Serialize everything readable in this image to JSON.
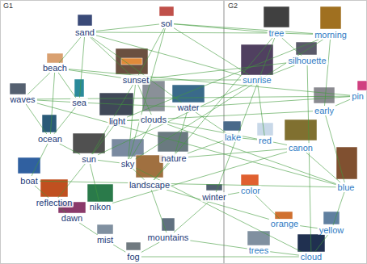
{
  "diagram": {
    "nodes": [
      {
        "text": [
          "sand"
        ]
      },
      {
        "text": [
          "sol"
        ]
      },
      {
        "text": [
          "beach"
        ]
      },
      {
        "text": [
          "sunset"
        ]
      },
      {
        "text": [
          "waves"
        ]
      },
      {
        "text": [
          "sea"
        ]
      },
      {
        "text": [
          "light"
        ]
      },
      {
        "text": [
          "clouds"
        ]
      },
      {
        "text": [
          "water"
        ]
      },
      {
        "text": [
          "ocean"
        ]
      },
      {
        "text": [
          "sun"
        ]
      },
      {
        "text": [
          "sky"
        ]
      },
      {
        "text": [
          "nature"
        ]
      },
      {
        "text": [
          "landscape"
        ]
      },
      {
        "text": [
          "boat"
        ]
      },
      {
        "text": [
          "reflection"
        ]
      },
      {
        "text": [
          "nikon"
        ]
      },
      {
        "text": [
          "dawn"
        ]
      },
      {
        "text": [
          "winter"
        ]
      },
      {
        "text": [
          "mist"
        ]
      },
      {
        "text": [
          "mountains"
        ]
      },
      {
        "text": [
          "fog"
        ]
      },
      {
        "text": [
          "tree"
        ]
      },
      {
        "text": [
          "morning"
        ]
      },
      {
        "text": [
          "silhouette"
        ]
      },
      {
        "text": [
          "sunrise"
        ]
      },
      {
        "text": [
          "pin"
        ]
      },
      {
        "text": [
          "early"
        ]
      },
      {
        "text": [
          "lake"
        ]
      },
      {
        "text": [
          "red"
        ]
      },
      {
        "text": [
          "canon"
        ]
      },
      {
        "text": [
          "blue"
        ]
      },
      {
        "text": [
          "color"
        ]
      },
      {
        "text": [
          "orange"
        ]
      },
      {
        "text": [
          "yellow"
        ]
      },
      {
        "text": [
          "trees"
        ]
      },
      {
        "text": [
          "cloud"
        ]
      }
    ],
    "edges": [
      {
        "from": 0,
        "to": 1,
        "arrow": "none"
      },
      {
        "from": 0,
        "to": 3,
        "arrow": "none"
      },
      {
        "from": 0,
        "to": 5,
        "arrow": "none"
      },
      {
        "from": 0,
        "to": 2,
        "arrow": "none"
      },
      {
        "from": 0,
        "to": 22,
        "arrow": "none"
      },
      {
        "from": 0,
        "to": 25,
        "arrow": "none"
      },
      {
        "from": 0,
        "to": 8,
        "arrow": "none"
      },
      {
        "from": 1,
        "to": 3,
        "arrow": "none"
      },
      {
        "from": 1,
        "to": 23,
        "arrow": "none"
      },
      {
        "from": 1,
        "to": 22,
        "arrow": "none"
      },
      {
        "from": 1,
        "to": 25,
        "arrow": "none"
      },
      {
        "from": 1,
        "to": 11,
        "arrow": "none"
      },
      {
        "from": 2,
        "to": 5,
        "arrow": "none"
      },
      {
        "from": 2,
        "to": 9,
        "arrow": "none"
      },
      {
        "from": 2,
        "to": 4,
        "arrow": "none"
      },
      {
        "from": 2,
        "to": 3,
        "arrow": "none"
      },
      {
        "from": 3,
        "to": 11,
        "arrow": "none"
      },
      {
        "from": 3,
        "to": 7,
        "arrow": "none"
      },
      {
        "from": 3,
        "to": 25,
        "arrow": "none"
      },
      {
        "from": 3,
        "to": 24,
        "arrow": "none"
      },
      {
        "from": 3,
        "to": 10,
        "arrow": "none"
      },
      {
        "from": 4,
        "to": 9,
        "arrow": "none"
      },
      {
        "from": 4,
        "to": 26,
        "arrow": "none"
      },
      {
        "from": 4,
        "to": 5,
        "arrow": "none"
      },
      {
        "from": 5,
        "to": 9,
        "arrow": "none"
      },
      {
        "from": 5,
        "to": 8,
        "arrow": "none"
      },
      {
        "from": 6,
        "to": 7,
        "arrow": "none"
      },
      {
        "from": 6,
        "to": 10,
        "arrow": "none"
      },
      {
        "from": 6,
        "to": 27,
        "arrow": "none"
      },
      {
        "from": 6,
        "to": 23,
        "arrow": "none"
      },
      {
        "from": 7,
        "to": 11,
        "arrow": "none"
      },
      {
        "from": 7,
        "to": 29,
        "arrow": "none"
      },
      {
        "from": 7,
        "to": 31,
        "arrow": "none"
      },
      {
        "from": 8,
        "to": 12,
        "arrow": "none"
      },
      {
        "from": 8,
        "to": 28,
        "arrow": "none"
      },
      {
        "from": 8,
        "to": 26,
        "arrow": "none"
      },
      {
        "from": 9,
        "to": 14,
        "arrow": "none"
      },
      {
        "from": 9,
        "to": 10,
        "arrow": "none"
      },
      {
        "from": 10,
        "to": 11,
        "arrow": "none"
      },
      {
        "from": 10,
        "to": 25,
        "arrow": "none"
      },
      {
        "from": 10,
        "to": 15,
        "arrow": "none"
      },
      {
        "from": 11,
        "to": 13,
        "arrow": "none"
      },
      {
        "from": 11,
        "to": 36,
        "arrow": "none"
      },
      {
        "from": 12,
        "to": 13,
        "arrow": "none"
      },
      {
        "from": 12,
        "to": 30,
        "arrow": "none"
      },
      {
        "from": 12,
        "to": 28,
        "arrow": "none"
      },
      {
        "from": 13,
        "to": 20,
        "arrow": "none"
      },
      {
        "from": 13,
        "to": 33,
        "arrow": "none"
      },
      {
        "from": 14,
        "to": 15,
        "arrow": "none"
      },
      {
        "from": 14,
        "to": 31,
        "arrow": "none"
      },
      {
        "from": 15,
        "to": 17,
        "arrow": "none"
      },
      {
        "from": 16,
        "to": 10,
        "arrow": "none"
      },
      {
        "from": 16,
        "to": 30,
        "arrow": "none"
      },
      {
        "from": 17,
        "to": 19,
        "arrow": "none"
      },
      {
        "from": 18,
        "to": 20,
        "arrow": "none"
      },
      {
        "from": 18,
        "to": 32,
        "arrow": "none"
      },
      {
        "from": 18,
        "to": 22,
        "arrow": "none"
      },
      {
        "from": 19,
        "to": 21,
        "arrow": "none"
      },
      {
        "from": 20,
        "to": 21,
        "arrow": "none"
      },
      {
        "from": 20,
        "to": 35,
        "arrow": "none"
      },
      {
        "from": 21,
        "to": 36,
        "arrow": "none"
      },
      {
        "from": 22,
        "to": 23,
        "arrow": "none"
      },
      {
        "from": 22,
        "to": 24,
        "arrow": "none"
      },
      {
        "from": 23,
        "to": 27,
        "arrow": "none"
      },
      {
        "from": 24,
        "to": 25,
        "arrow": "none"
      },
      {
        "from": 25,
        "to": 29,
        "arrow": "none"
      },
      {
        "from": 26,
        "to": 27,
        "arrow": "none"
      },
      {
        "from": 27,
        "to": 31,
        "arrow": "none"
      },
      {
        "from": 28,
        "to": 29,
        "arrow": "none"
      },
      {
        "from": 29,
        "to": 30,
        "arrow": "none"
      },
      {
        "from": 30,
        "to": 31,
        "arrow": "none"
      },
      {
        "from": 32,
        "to": 33,
        "arrow": "none"
      },
      {
        "from": 33,
        "to": 34,
        "arrow": "none"
      },
      {
        "from": 34,
        "to": 36,
        "arrow": "none"
      },
      {
        "from": 35,
        "to": 36,
        "arrow": "none"
      },
      {
        "from": 31,
        "to": 34,
        "arrow": "none"
      },
      {
        "from": 24,
        "to": 36,
        "arrow": "none"
      },
      {
        "from": 2,
        "to": 26,
        "arrow": "none"
      },
      {
        "from": 4,
        "to": 31,
        "arrow": "none"
      },
      {
        "from": 22,
        "to": 13,
        "arrow": "none"
      },
      {
        "from": 23,
        "to": 11,
        "arrow": "none"
      }
    ],
    "labels": [
      "G1",
      "G2"
    ]
  }
}
